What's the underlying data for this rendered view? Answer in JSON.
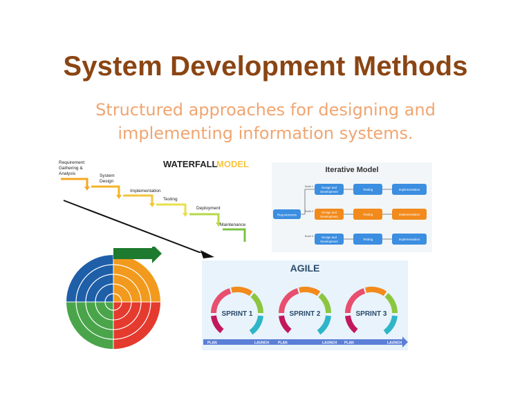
{
  "slide": {
    "title": "System Development Methods",
    "subtitle": "Structured approaches for designing and implementing information systems."
  },
  "waterfall": {
    "heading_part1": "WATERFALL",
    "heading_part2": "MODEL",
    "steps": [
      "Requirement",
      "Gathering &",
      "Analysis",
      "System",
      "Design",
      "Implementation",
      "Testing",
      "Deployment",
      "Maintenance"
    ]
  },
  "iterative": {
    "title": "Iterative Model",
    "requirements": "Requirements",
    "builds": [
      "Build 1",
      "Build 2",
      "Build 3"
    ],
    "design": [
      "Design and",
      "Development"
    ],
    "testing": "Testing",
    "implementation": "Implementation"
  },
  "agile": {
    "title": "AGILE",
    "sprints": [
      "SPRINT 1",
      "SPRINT 2",
      "SPRINT 3"
    ],
    "plan": "PLAN",
    "launch": "LAUNCH"
  },
  "colors": {
    "title": "#8a4513",
    "subtitle": "#f0a571",
    "waterfall_orange": "#f5a623",
    "waterfall_yellow": "#e8e04a",
    "waterfall_green": "#7cc242",
    "iter_blue": "#3b8ee0",
    "iter_orange": "#f28a1c",
    "spiral_blue": "#1f5fa8",
    "spiral_orange": "#f29a1d",
    "spiral_green": "#4aa54a",
    "spiral_red": "#e53a2e"
  }
}
